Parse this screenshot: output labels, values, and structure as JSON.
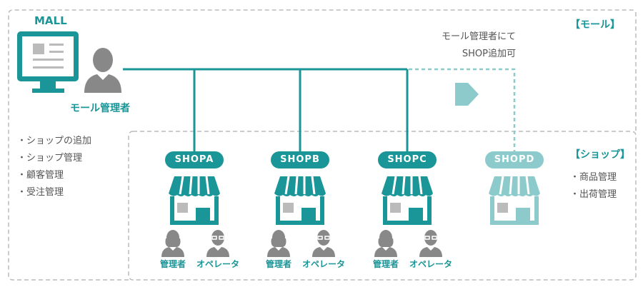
{
  "colors": {
    "accent": "#1a9598",
    "accent_light": "#8ccacb",
    "person": "#888888",
    "frame": "#bbbbbb",
    "text": "#555555"
  },
  "mall": {
    "title": "MALL",
    "admin_label": "モール管理者",
    "section_label": "【モール】",
    "note_line1": "モール管理者にて",
    "note_line2": "SHOP追加可",
    "functions": [
      "・ショップの追加",
      "・ショップ管理",
      "・顧客管理",
      "・受注管理"
    ]
  },
  "shop_section": {
    "section_label": "【ショップ】",
    "functions": [
      "・商品管理",
      "・出荷管理"
    ]
  },
  "shops": [
    {
      "name": "SHOPA",
      "active": true,
      "roles": [
        "管理者",
        "オペレータ"
      ]
    },
    {
      "name": "SHOPB",
      "active": true,
      "roles": [
        "管理者",
        "オペレータ"
      ]
    },
    {
      "name": "SHOPC",
      "active": true,
      "roles": [
        "管理者",
        "オペレータ"
      ]
    },
    {
      "name": "SHOPD",
      "active": false,
      "roles": []
    }
  ]
}
